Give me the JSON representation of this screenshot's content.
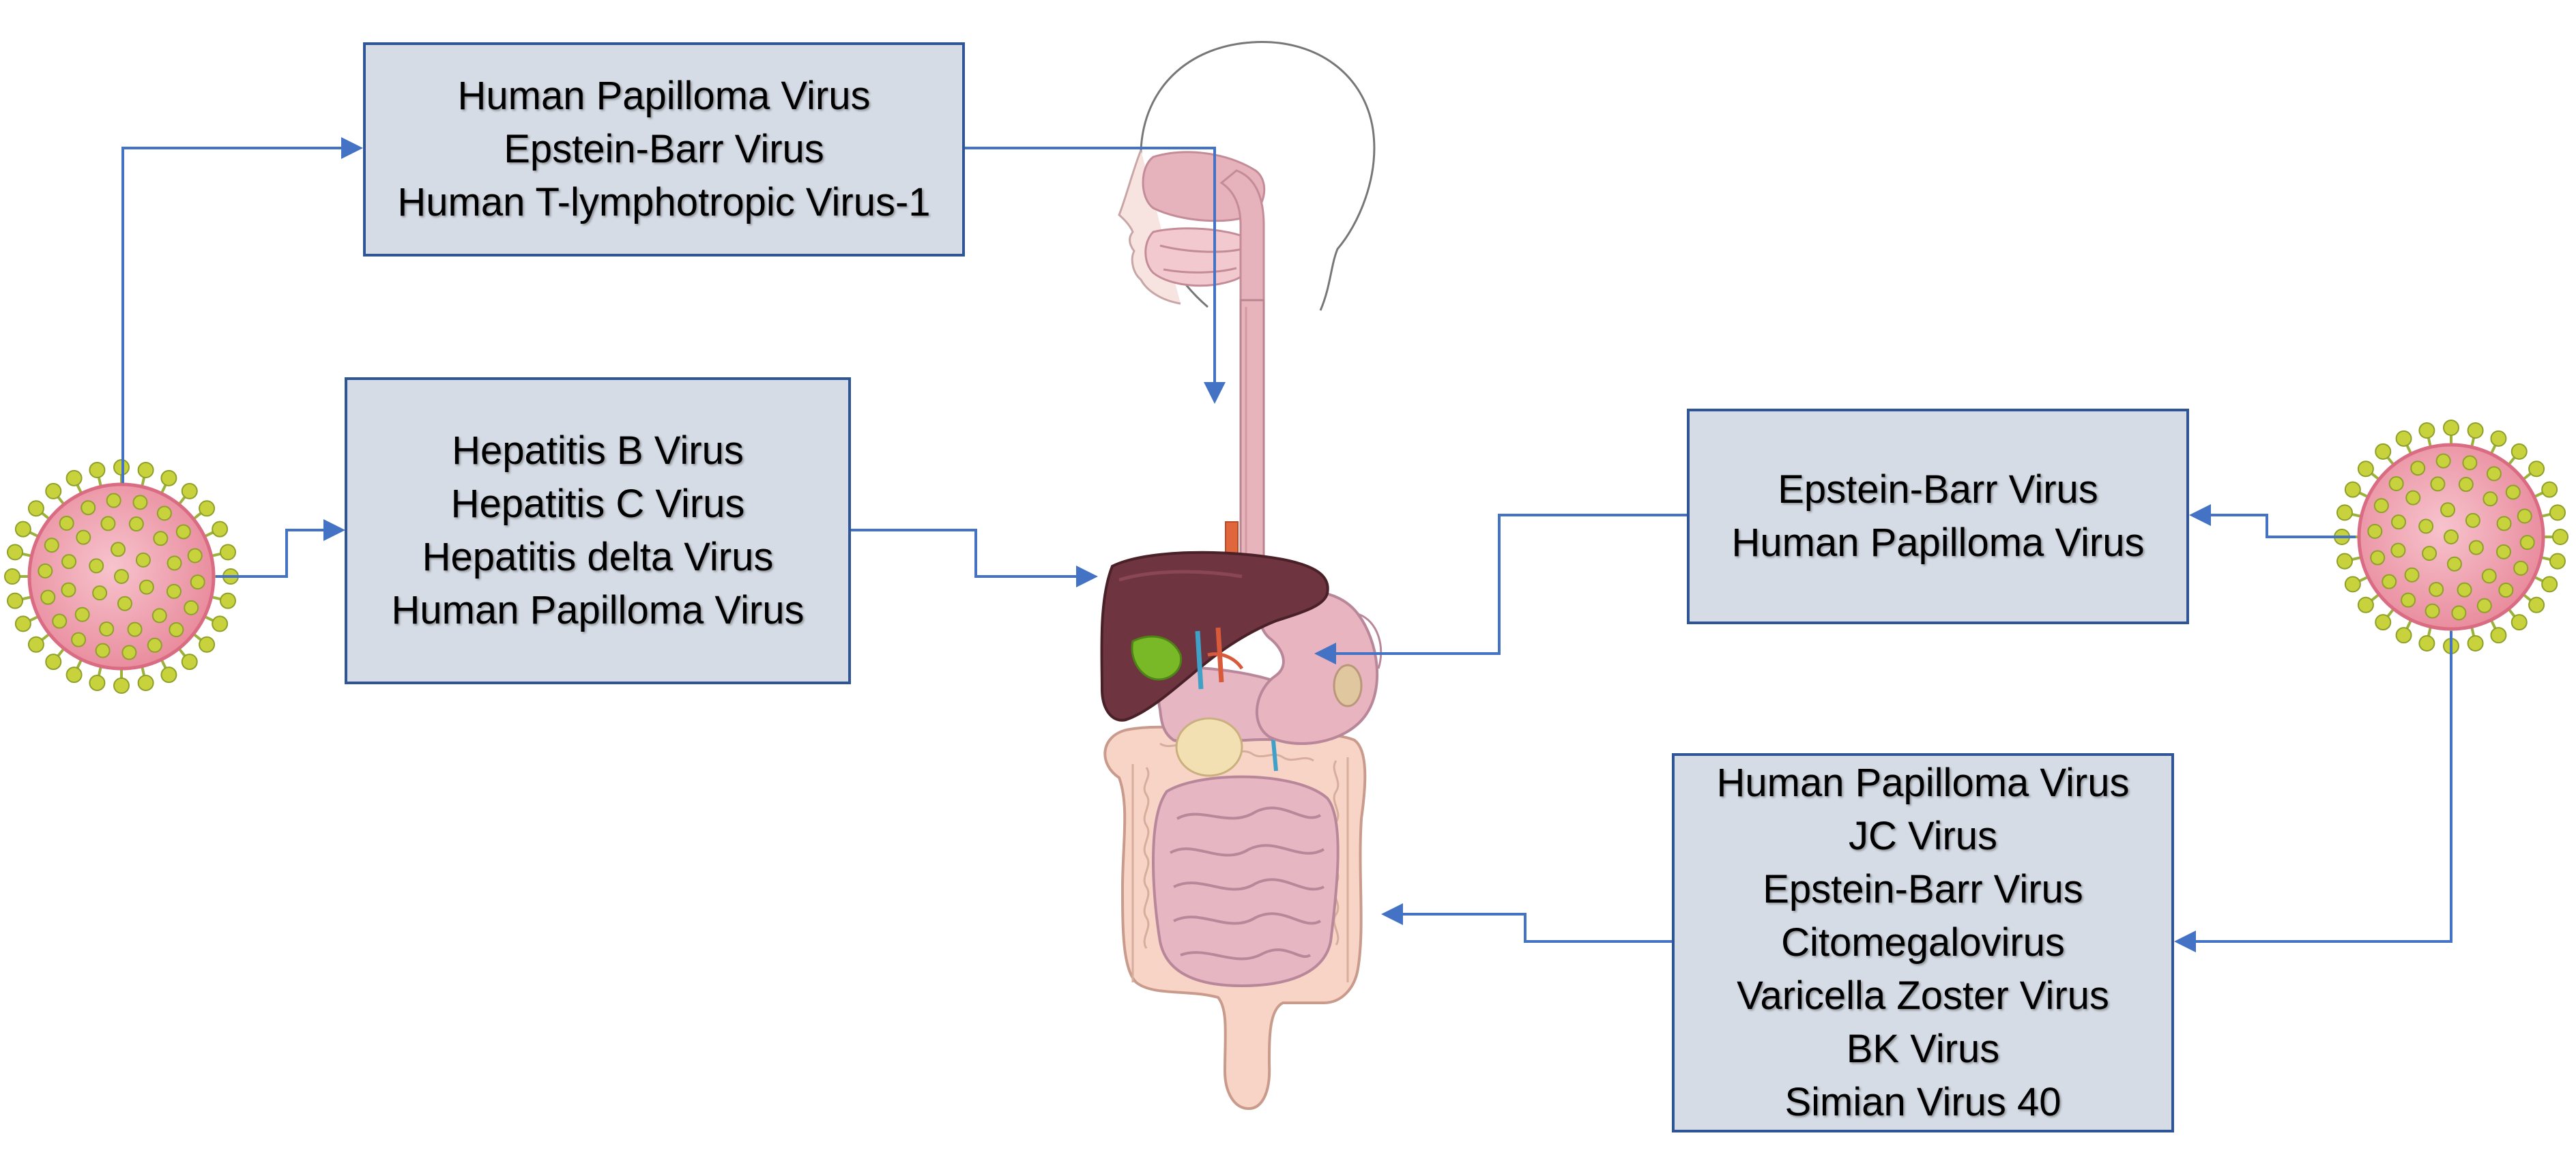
{
  "boxes": {
    "head_neck": {
      "items": [
        "Human Papilloma Virus",
        "Epstein-Barr Virus",
        "Human T-lymphotropic Virus-1"
      ]
    },
    "liver": {
      "items": [
        "Hepatitis B Virus",
        "Hepatitis C Virus",
        "Hepatitis delta Virus",
        "Human Papilloma Virus"
      ]
    },
    "stomach": {
      "items": [
        "Epstein-Barr Virus",
        "Human Papilloma Virus"
      ]
    },
    "colon": {
      "items": [
        "Human Papilloma Virus",
        "JC Virus",
        "Epstein-Barr Virus",
        "Citomegalovirus",
        "Varicella Zoster Virus",
        "BK Virus",
        "Simian Virus 40"
      ]
    }
  },
  "colors": {
    "box_fill": "#d6dce5",
    "box_border": "#2f5597",
    "arrow": "#4472c4",
    "virus_body": "#f2a5b4",
    "virus_spike": "#c8d23c",
    "organ_pink": "#e8b4bc",
    "liver": "#6e3440",
    "colon": "#f7d4c6"
  },
  "icons": [
    "virus-icon-left",
    "virus-icon-right",
    "head-outline-icon",
    "digestive-system-icon"
  ]
}
